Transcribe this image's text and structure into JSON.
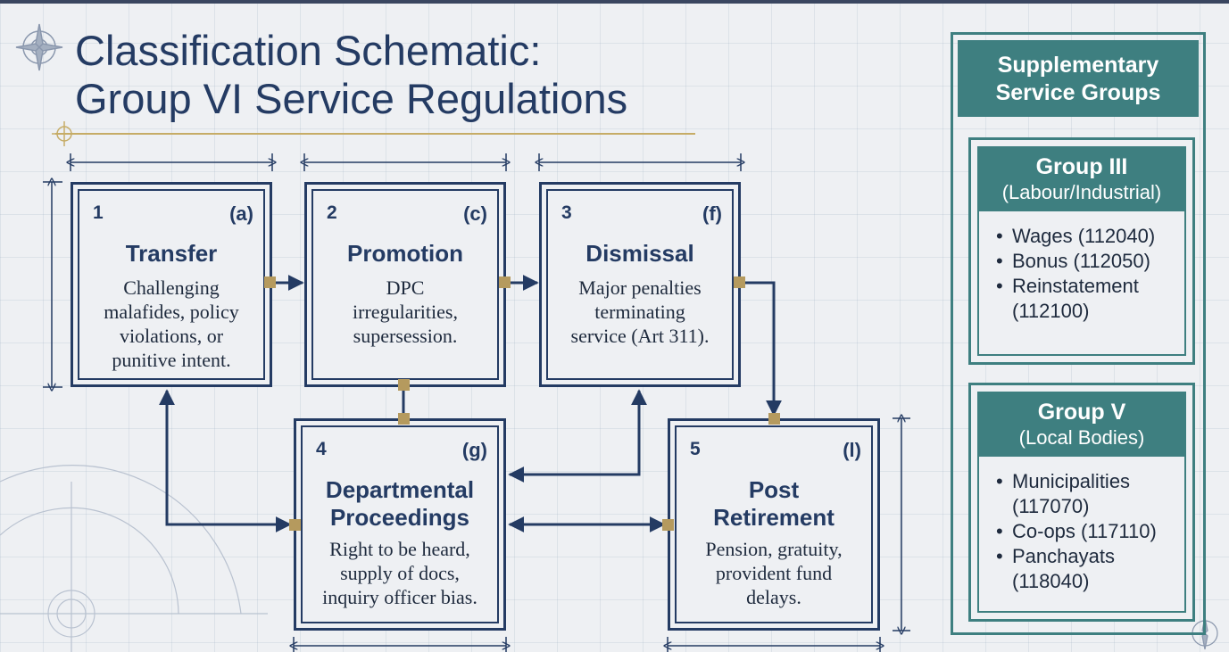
{
  "title": {
    "line1": "Classification Schematic:",
    "line2": "Group VI Service Regulations"
  },
  "categories": [
    {
      "number": "1",
      "code": "(a)",
      "title": "Transfer",
      "description_lines": [
        "Challenging",
        "malafides, policy",
        "violations, or",
        "punitive intent."
      ]
    },
    {
      "number": "2",
      "code": "(c)",
      "title": "Promotion",
      "description_lines": [
        "DPC",
        "irregularities,",
        "supersession."
      ]
    },
    {
      "number": "3",
      "code": "(f)",
      "title": "Dismissal",
      "description_lines": [
        "Major penalties",
        "terminating",
        "service (Art 311)."
      ]
    },
    {
      "number": "4",
      "code": "(g)",
      "title_lines": [
        "Departmental",
        "Proceedings"
      ],
      "description_lines": [
        "Right to be heard,",
        "supply of docs,",
        "inquiry officer bias."
      ]
    },
    {
      "number": "5",
      "code": "(l)",
      "title_lines": [
        "Post",
        "Retirement"
      ],
      "description_lines": [
        "Pension, gratuity,",
        "provident fund",
        "delays."
      ]
    }
  ],
  "supplementary": {
    "heading_lines": [
      "Supplementary",
      "Service Groups"
    ],
    "groups": [
      {
        "name": "Group III",
        "subtitle": "(Labour/Industrial)",
        "items": [
          [
            "Wages (112040)"
          ],
          [
            "Bonus (112050)"
          ],
          [
            "Reinstatement",
            "(112100)"
          ]
        ]
      },
      {
        "name": "Group V",
        "subtitle": "(Local Bodies)",
        "items": [
          [
            "Municipalities",
            "(117070)"
          ],
          [
            "Co-ops (117110)"
          ],
          [
            "Panchayats",
            "(118040)"
          ]
        ]
      }
    ]
  },
  "colors": {
    "navy": "#243b63",
    "teal": "#3e7f80",
    "connector": "#b59a5e",
    "gold_rule": "#c6ac66",
    "background": "#eef0f3"
  }
}
